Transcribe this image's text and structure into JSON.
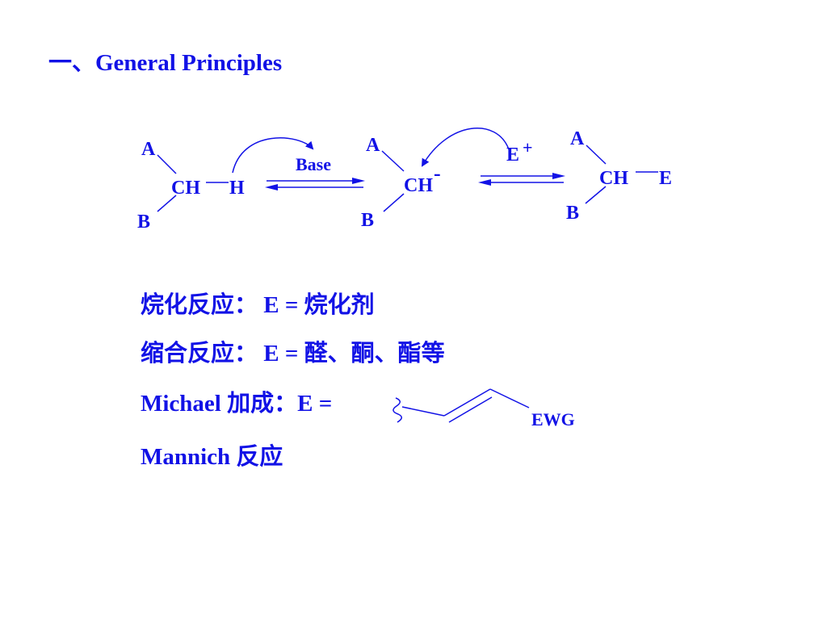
{
  "colors": {
    "ink": "#1212e6",
    "background": "#ffffff"
  },
  "title": "一、General Principles",
  "scheme": {
    "reactant": {
      "a": "A",
      "b": "B",
      "center": "CH",
      "bond_partner": "H"
    },
    "step1_reagent": "Base",
    "anion": {
      "a": "A",
      "b": "B",
      "center": "CH",
      "charge": "-"
    },
    "electrophile": {
      "symbol": "E",
      "charge": "+"
    },
    "product": {
      "a": "A",
      "b": "B",
      "center": "CH",
      "bond_partner": "E"
    }
  },
  "lines": [
    "烷化反应： E = 烷化剂",
    "缩合反应： E = 醛、酮、酯等",
    "Michael 加成：E =",
    "Mannich 反应"
  ],
  "michael_group": "EWG"
}
